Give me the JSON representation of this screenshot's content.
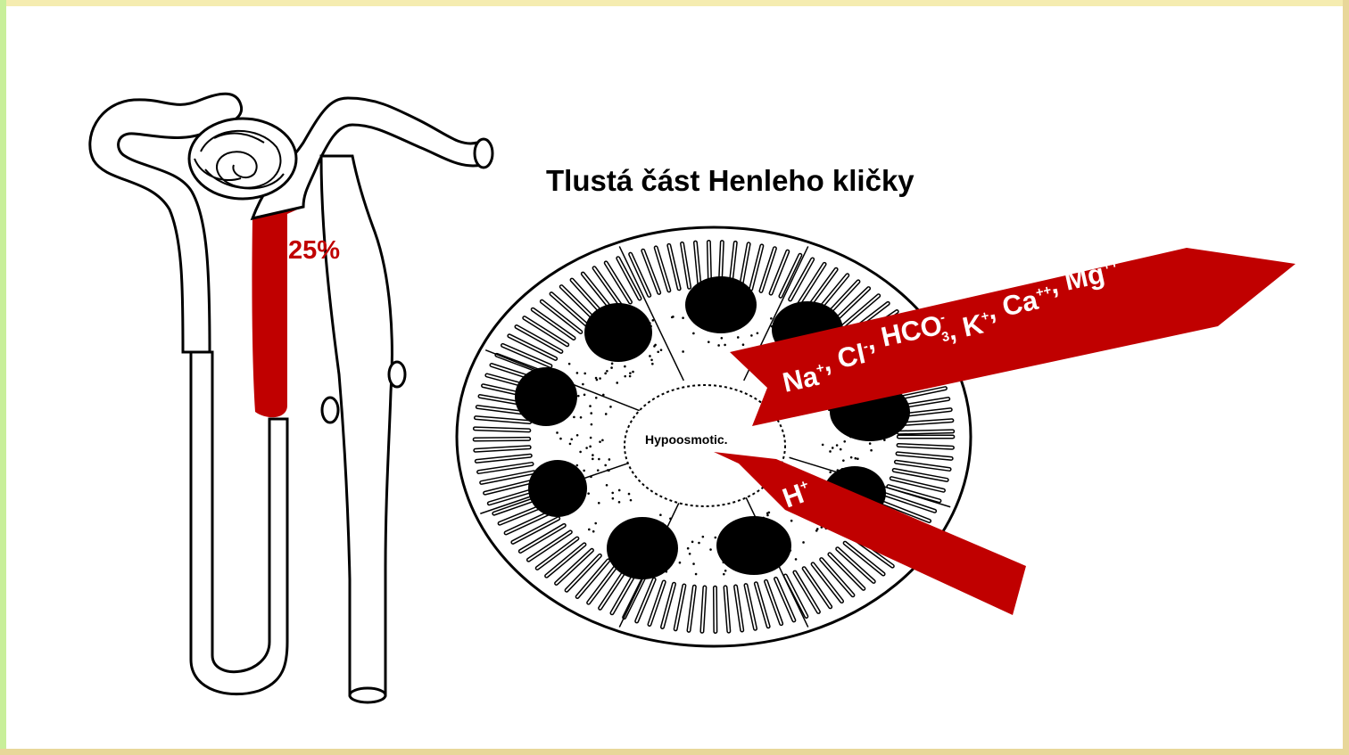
{
  "frame": {
    "color_top": "#f5ecb0",
    "color_left": "#c8ef9a",
    "color_right": "#e8d79a",
    "color_bottom": "#e8d79a"
  },
  "title": "Tlustá část Henleho kličky",
  "nephron": {
    "highlight_label": "25%",
    "highlight_color": "#c00000"
  },
  "cross_section": {
    "lumen_label": "Hypoosmotic."
  },
  "arrows": {
    "color": "#c00000",
    "reabsorption": {
      "ions": [
        {
          "base": "Na",
          "sup": "+",
          "sub": ""
        },
        {
          "base": "Cl",
          "sup": "-",
          "sub": ""
        },
        {
          "base": "HCO",
          "sup": "-",
          "sub": "3"
        },
        {
          "base": "K",
          "sup": "+",
          "sub": ""
        },
        {
          "base": "Ca",
          "sup": "++",
          "sub": ""
        },
        {
          "base": "Mg",
          "sup": "++",
          "sub": ""
        }
      ]
    },
    "secretion": {
      "ions": [
        {
          "base": "H",
          "sup": "+",
          "sub": ""
        }
      ]
    }
  }
}
